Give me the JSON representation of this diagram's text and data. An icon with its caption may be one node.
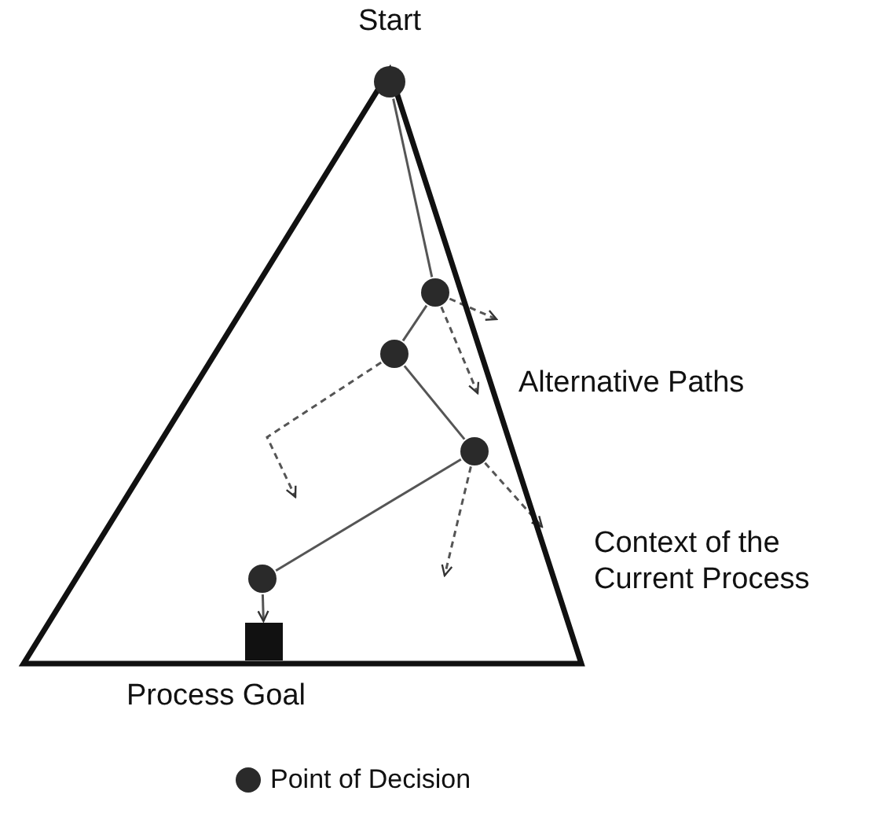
{
  "diagram": {
    "nodes": [
      {
        "text": [
          "Context of the Current Process"
        ]
      },
      {
        "text": [
          "Start"
        ]
      },
      {
        "text": [],
        "shape": "circle",
        "in": 0
      },
      {
        "text": [],
        "shape": "circle",
        "in": 0
      },
      {
        "text": [],
        "shape": "circle",
        "in": 0
      },
      {
        "text": [],
        "shape": "circle",
        "in": 0
      },
      {
        "text": [
          "Process Goal"
        ],
        "in": 0
      }
    ],
    "edges": [
      {
        "from": 1,
        "to": 2,
        "arrow": "none"
      },
      {
        "from": 2,
        "to": 3,
        "arrow": "none"
      },
      {
        "from": 3,
        "to": 4,
        "arrow": "none"
      },
      {
        "from": 4,
        "to": 5,
        "arrow": "none"
      },
      {
        "from": 5,
        "to": 6,
        "arrow": "to"
      },
      {
        "from": 2,
        "to": null,
        "arrow": "to",
        "style": "dashed"
      },
      {
        "from": 2,
        "to": null,
        "arrow": "to",
        "style": "dashed"
      },
      {
        "from": 3,
        "to": null,
        "arrow": "to",
        "style": "dashed"
      },
      {
        "from": 4,
        "to": null,
        "arrow": "to",
        "style": "dashed"
      },
      {
        "from": 4,
        "to": null,
        "arrow": "to",
        "style": "dashed"
      }
    ],
    "labels": [
      "Alternative Paths"
    ],
    "legend": [
      {
        "text": "Point of Decision"
      }
    ]
  }
}
